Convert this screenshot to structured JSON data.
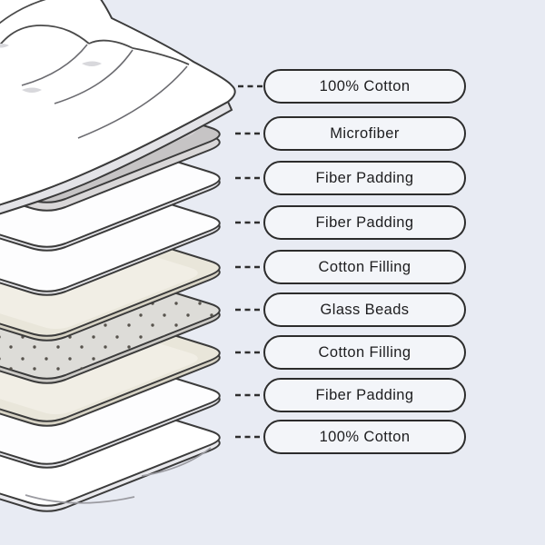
{
  "diagram": {
    "subject": "weighted-blanket-exploded-layers",
    "background_color": "#e8ebf3",
    "outline_color": "#2e2e2e",
    "connector_style": "dashed"
  },
  "pill_style": {
    "fill": "#f3f5f9",
    "border": "#2c2c2c",
    "text_color": "#1d1d1f"
  },
  "layers": [
    {
      "id": "top-cover",
      "label": "100% Cotton",
      "color": "#ffffff"
    },
    {
      "id": "microfiber",
      "label": "Microfiber",
      "color": "#c6c4c5"
    },
    {
      "id": "fiber-padding-1",
      "label": "Fiber Padding",
      "color": "#fdfdfe"
    },
    {
      "id": "fiber-padding-2",
      "label": "Fiber Padding",
      "color": "#fdfdfe"
    },
    {
      "id": "cotton-filling-1",
      "label": "Cotton Filling",
      "color": "#e9e6da"
    },
    {
      "id": "glass-beads",
      "label": "Glass Beads",
      "color": "#dddcd8"
    },
    {
      "id": "cotton-filling-2",
      "label": "Cotton Filling",
      "color": "#e9e6da"
    },
    {
      "id": "fiber-padding-3",
      "label": "Fiber Padding",
      "color": "#fdfdfe"
    },
    {
      "id": "bottom-cover",
      "label": "100% Cotton",
      "color": "#ffffff"
    }
  ],
  "glass_beads": {
    "dot_color": "#57534d"
  }
}
